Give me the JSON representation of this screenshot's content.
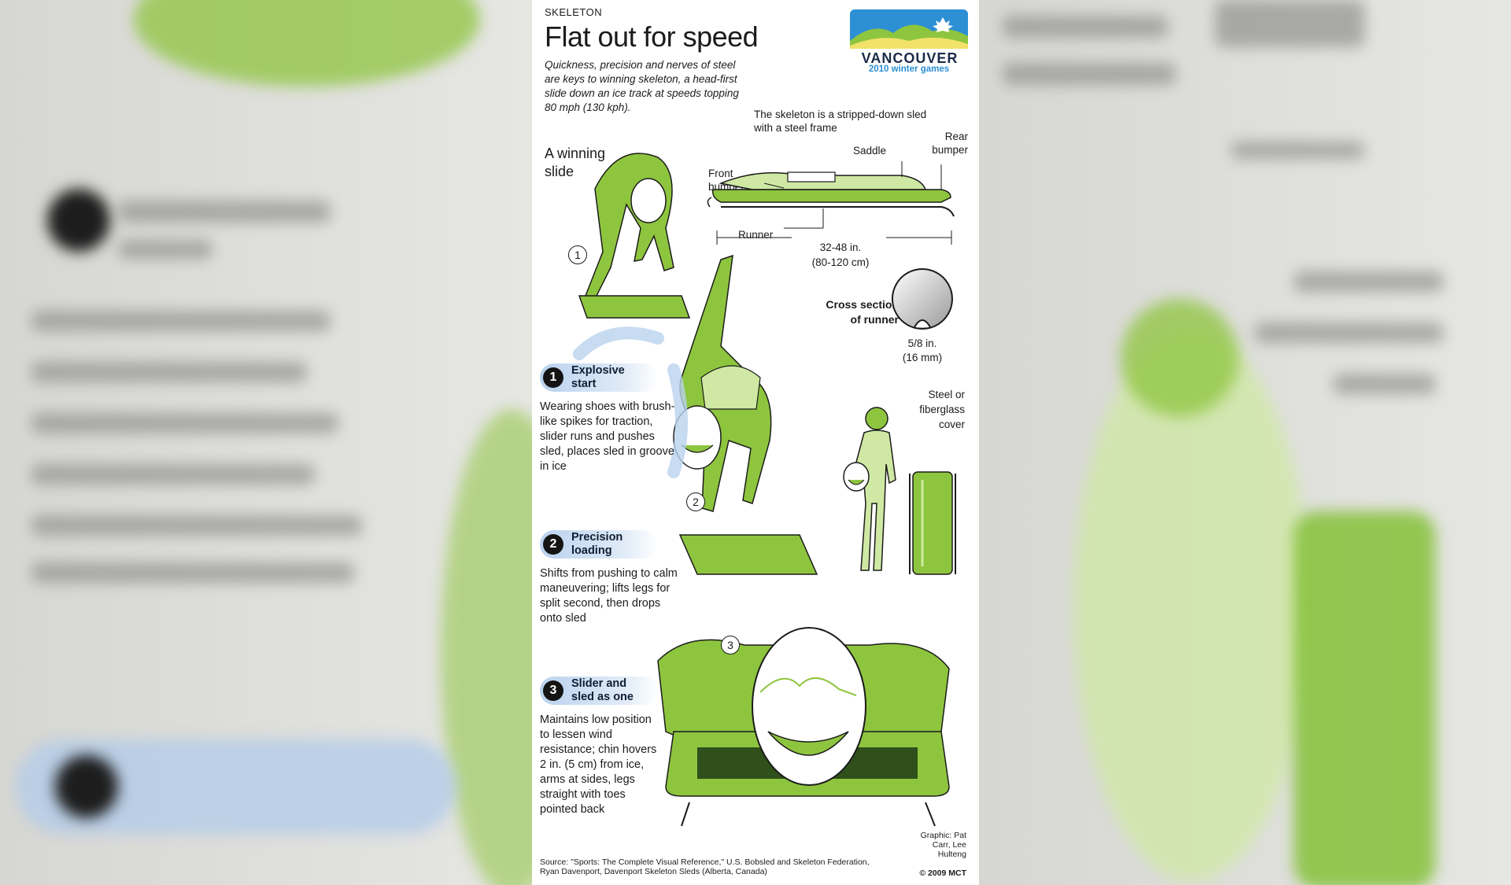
{
  "header": {
    "kicker": "SKELETON",
    "title": "Flat out for speed",
    "intro": "Quickness, precision and nerves of steel are keys to winning skeleton, a head-first slide down an ice track at speeds topping 80 mph (130 kph)."
  },
  "logo": {
    "name": "VANCOUVER",
    "tagline": "2010 winter games"
  },
  "sled": {
    "description": "The skeleton is a stripped-down sled with a steel frame",
    "labels": {
      "saddle": "Saddle",
      "rear_bumper": "Rear bumper",
      "front_bumper": "Front bumper",
      "runner": "Runner"
    },
    "length_in": "32-48 in.",
    "length_cm": "(80-120 cm)"
  },
  "cross_section": {
    "label": "Cross section of runner",
    "size_in": "5/8 in.",
    "size_mm": "(16 mm)"
  },
  "cover_label": "Steel or fiberglass cover",
  "winning_slide": "A winning slide",
  "steps": [
    {
      "num": "1",
      "title": "Explosive start",
      "body": "Wearing shoes with brush-like spikes for traction, slider runs and pushes sled, places sled in groove in ice"
    },
    {
      "num": "2",
      "title": "Precision loading",
      "body": "Shifts from pushing to calm maneuvering; lifts legs for split second, then drops onto sled"
    },
    {
      "num": "3",
      "title": "Slider and sled as one",
      "body": "Maintains low position to lessen wind resistance; chin hovers 2 in. (5 cm) from ice, arms at sides, legs straight with toes pointed back"
    }
  ],
  "figure_numbers": [
    "1",
    "2",
    "3"
  ],
  "source": "Source: \"Sports: The Complete Visual Reference,\" U.S. Bobsled and Skeleton Federation, Ryan Davenport, Davenport Skeleton Sleds (Alberta, Canada)",
  "graphic_credit": "Graphic: Pat Carr, Lee Hulteng",
  "copyright": "© 2009 MCT",
  "colors": {
    "green": "#7fbf2e",
    "light_green": "#cfe9a4",
    "dark": "#1b1b1b",
    "badge_blue": "#b9d2ee"
  }
}
